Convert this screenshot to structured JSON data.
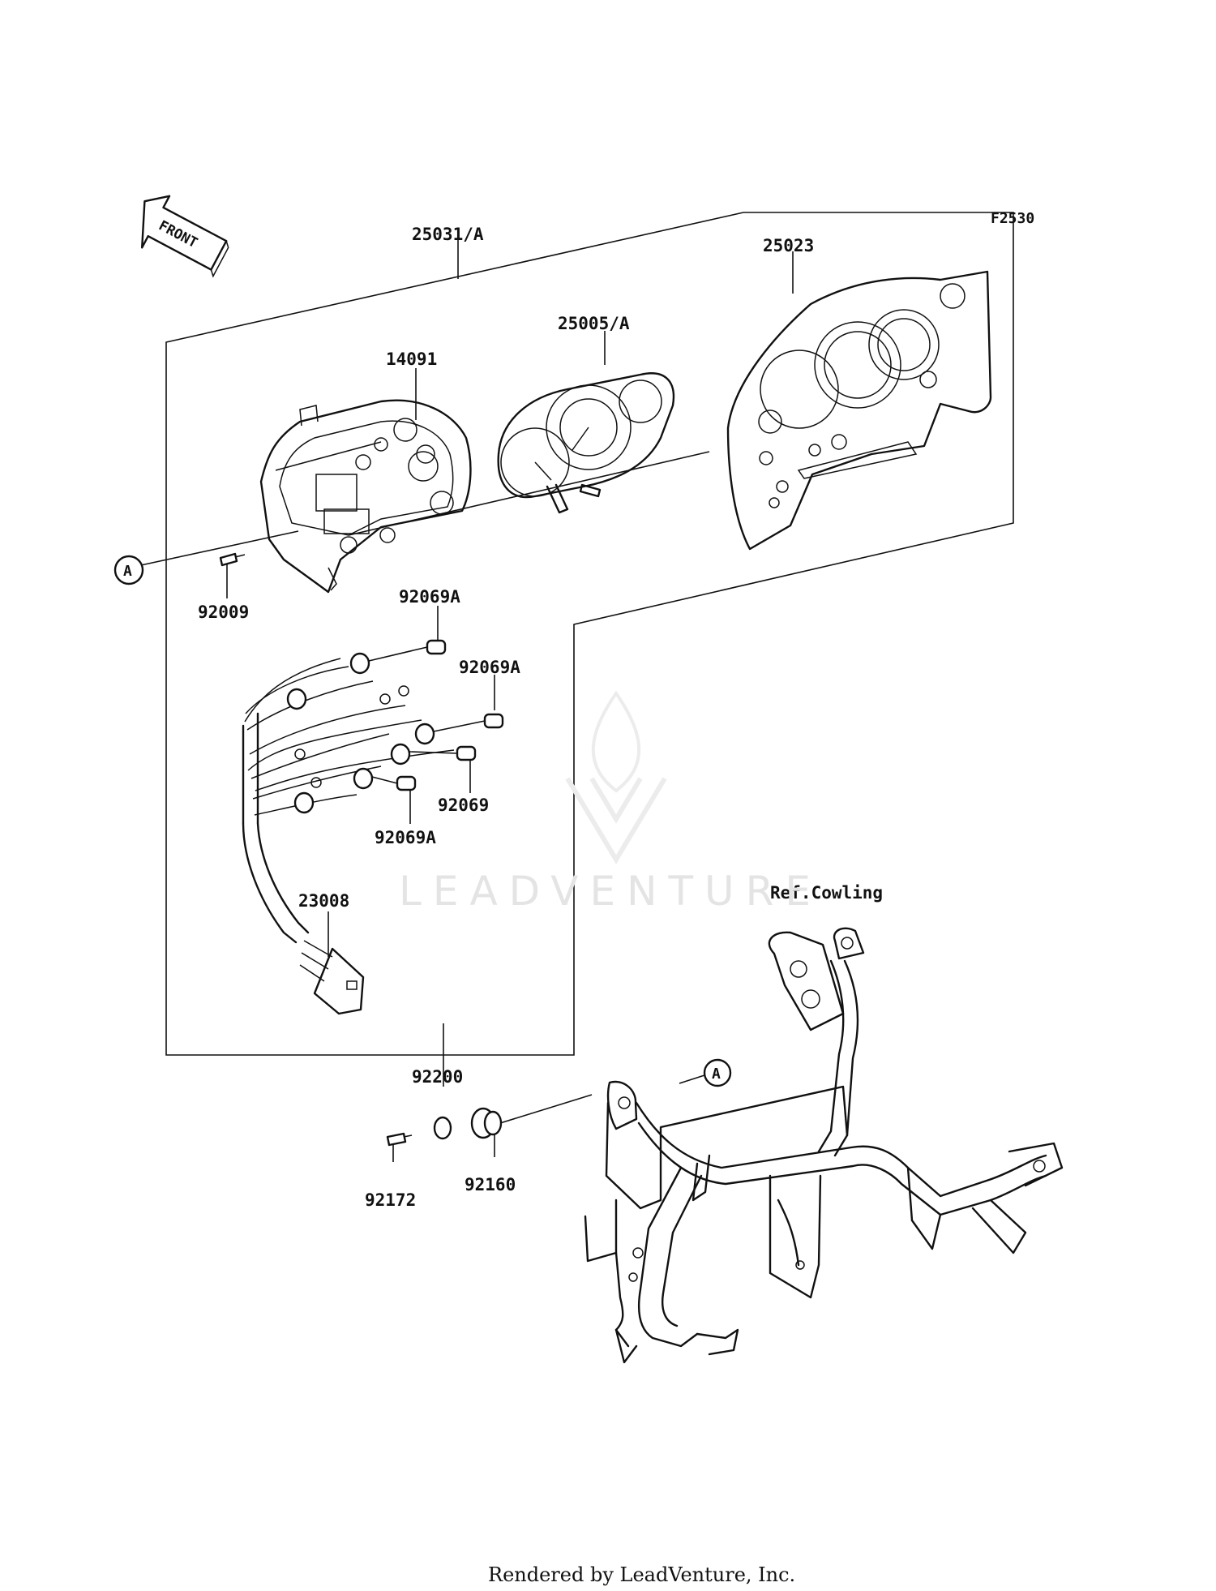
{
  "diagram_code": "F2530",
  "front_label": "FRONT",
  "reference_marker": "A",
  "ref_cowling": "Ref.Cowling",
  "watermark": "LEADVENTURE",
  "footer": "Rendered by LeadVenture, Inc.",
  "parts": {
    "meter_assembly": "25031/A",
    "meter_cover": "25023",
    "meter_dial": "25005/A",
    "meter_case": "14091",
    "screw_92009": "92009",
    "bulb_a_top": "92069A",
    "bulb_a_mid": "92069A",
    "bulb": "92069",
    "bulb_a_bottom": "92069A",
    "wire_lead": "23008",
    "collar": "92200",
    "damper": "92160",
    "screw_92172": "92172"
  }
}
